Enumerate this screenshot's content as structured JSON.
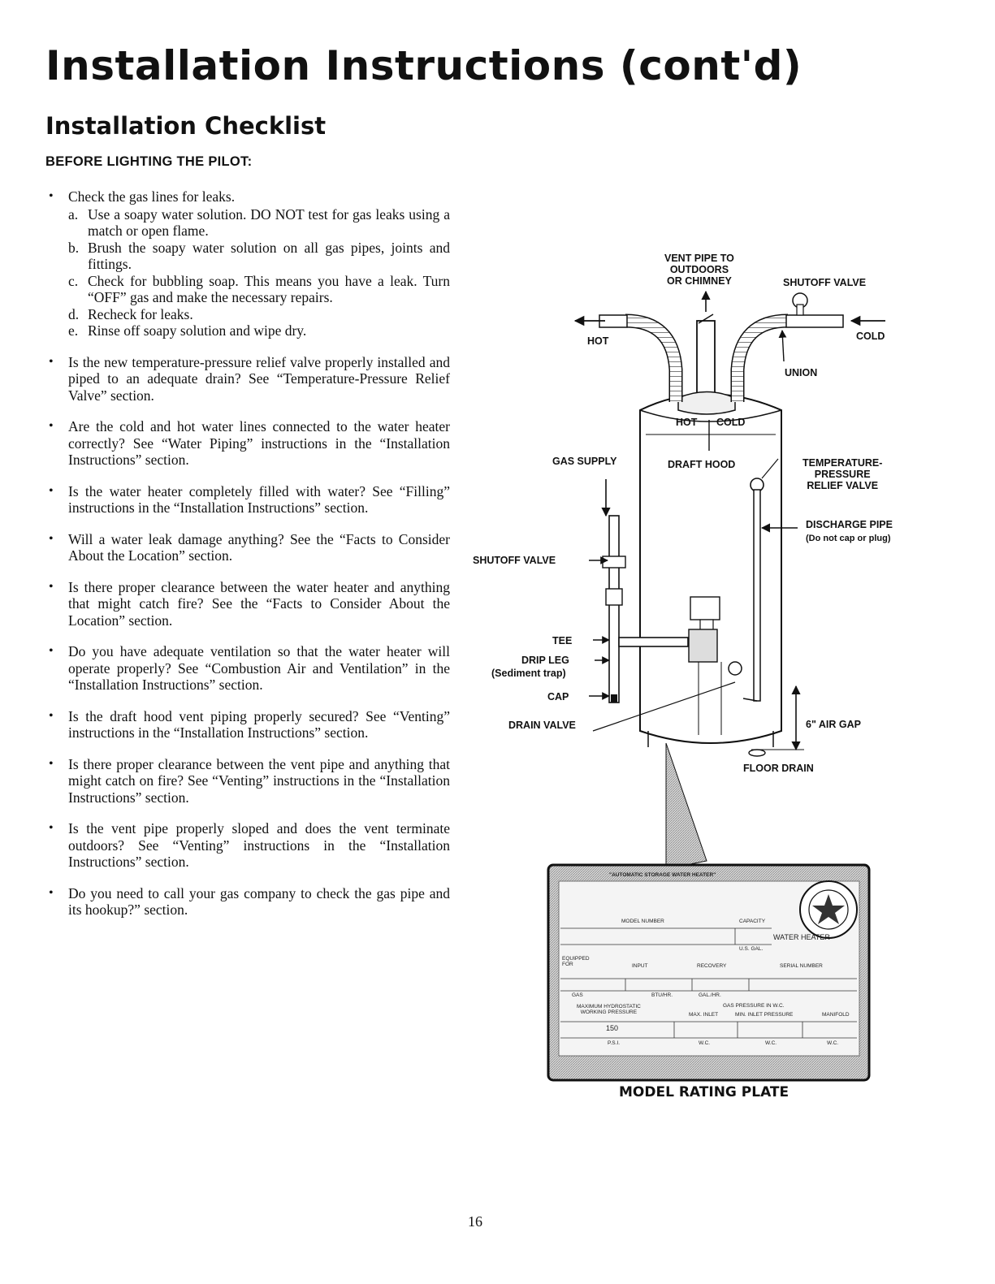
{
  "title": "Installation Instructions (cont'd)",
  "subtitle": "Installation Checklist",
  "before_heading": "BEFORE LIGHTING THE PILOT:",
  "checklist": [
    {
      "text": "Check the gas lines for leaks.",
      "subitems": [
        {
          "letter": "a.",
          "text": "Use a soapy water solution. DO NOT test for gas leaks using a match or open flame."
        },
        {
          "letter": "b.",
          "text": "Brush the soapy water solution on all gas pipes, joints and fittings."
        },
        {
          "letter": "c.",
          "text": "Check for bubbling soap. This means you have a leak. Turn “OFF” gas and make the necessary repairs."
        },
        {
          "letter": "d.",
          "text": "Recheck for leaks."
        },
        {
          "letter": "e.",
          "text": "Rinse off soapy solution and wipe dry."
        }
      ]
    },
    {
      "text": "Is the new temperature-pressure relief valve properly installed and piped to an adequate drain? See “Temperature-Pressure Relief Valve” section."
    },
    {
      "text": "Are the cold and hot water lines connected to the water heater correctly? See “Water Piping” instructions in the “Installation Instructions” section."
    },
    {
      "text": "Is the water heater completely filled with water? See “Filling” instructions in the “Installation Instructions” section."
    },
    {
      "text": "Will a water leak damage anything? See the “Facts to Consider About the Location” section."
    },
    {
      "text": "Is there proper clearance between the water heater and anything that might catch fire? See the “Facts to Consider About the Location” section."
    },
    {
      "text": "Do you have adequate ventilation so that the water heater will operate properly? See “Combustion Air and Ventilation” in the “Installation Instructions” section."
    },
    {
      "text": "Is the draft hood vent piping properly secured? See “Venting” instructions in the “Installation Instructions” section."
    },
    {
      "text": "Is there proper clearance between the vent pipe and anything that might catch on fire? See “Venting” instructions in the “Installation Instructions” section."
    },
    {
      "text": "Is the vent pipe properly sloped and does the vent terminate outdoors? See “Venting” instructions in the “Installation Instructions” section."
    },
    {
      "text": "Do you need to call your gas company to check the gas pipe and its hookup?” section."
    }
  ],
  "diagram": {
    "vent_pipe_l1": "VENT PIPE TO",
    "vent_pipe_l2": "OUTDOORS",
    "vent_pipe_l3": "OR CHIMNEY",
    "shutoff_valve_top": "SHUTOFF VALVE",
    "hot": "HOT",
    "cold": "COLD",
    "union": "UNION",
    "hot_tank": "HOT",
    "cold_tank": "COLD",
    "gas_supply": "GAS SUPPLY",
    "draft_hood": "DRAFT HOOD",
    "tp_l1": "TEMPERATURE-",
    "tp_l2": "PRESSURE",
    "tp_l3": "RELIEF VALVE",
    "discharge_pipe": "DISCHARGE PIPE",
    "discharge_note": "(Do not cap or plug)",
    "shutoff_valve_left": "SHUTOFF VALVE",
    "tee": "TEE",
    "drip_leg": "DRIP LEG",
    "sediment_trap": "(Sediment trap)",
    "cap": "CAP",
    "drain_valve": "DRAIN VALVE",
    "air_gap": "6\" AIR GAP",
    "floor_drain": "FLOOR DRAIN"
  },
  "plate": {
    "header": "\"AUTOMATIC STORAGE WATER HEATER\"",
    "model_number": "MODEL NUMBER",
    "capacity": "CAPACITY",
    "us_gal": "U.S. GAL.",
    "water_heater": "WATER HEATER",
    "equipped_l1": "EQUIPPED",
    "equipped_l2": "FOR",
    "input": "INPUT",
    "recovery": "RECOVERY",
    "serial_number": "SERIAL NUMBER",
    "gas": "GAS",
    "btu_hr": "BTU/HR.",
    "gal_hr": "GAL./HR.",
    "max_hydro_l1": "MAXIMUM HYDROSTATIC",
    "max_hydro_l2": "WORKING PRESSURE",
    "gas_pressure": "GAS PRESSURE IN W.C.",
    "max_inlet": "MAX. INLET",
    "min_inlet": "MIN. INLET PRESSURE",
    "manifold": "MANIFOLD",
    "psi_value": "150",
    "psi": "P.S.I.",
    "wc1": "W.C.",
    "wc2": "W.C.",
    "wc3": "W.C.",
    "caption": "MODEL RATING PLATE"
  },
  "page_number": "16"
}
